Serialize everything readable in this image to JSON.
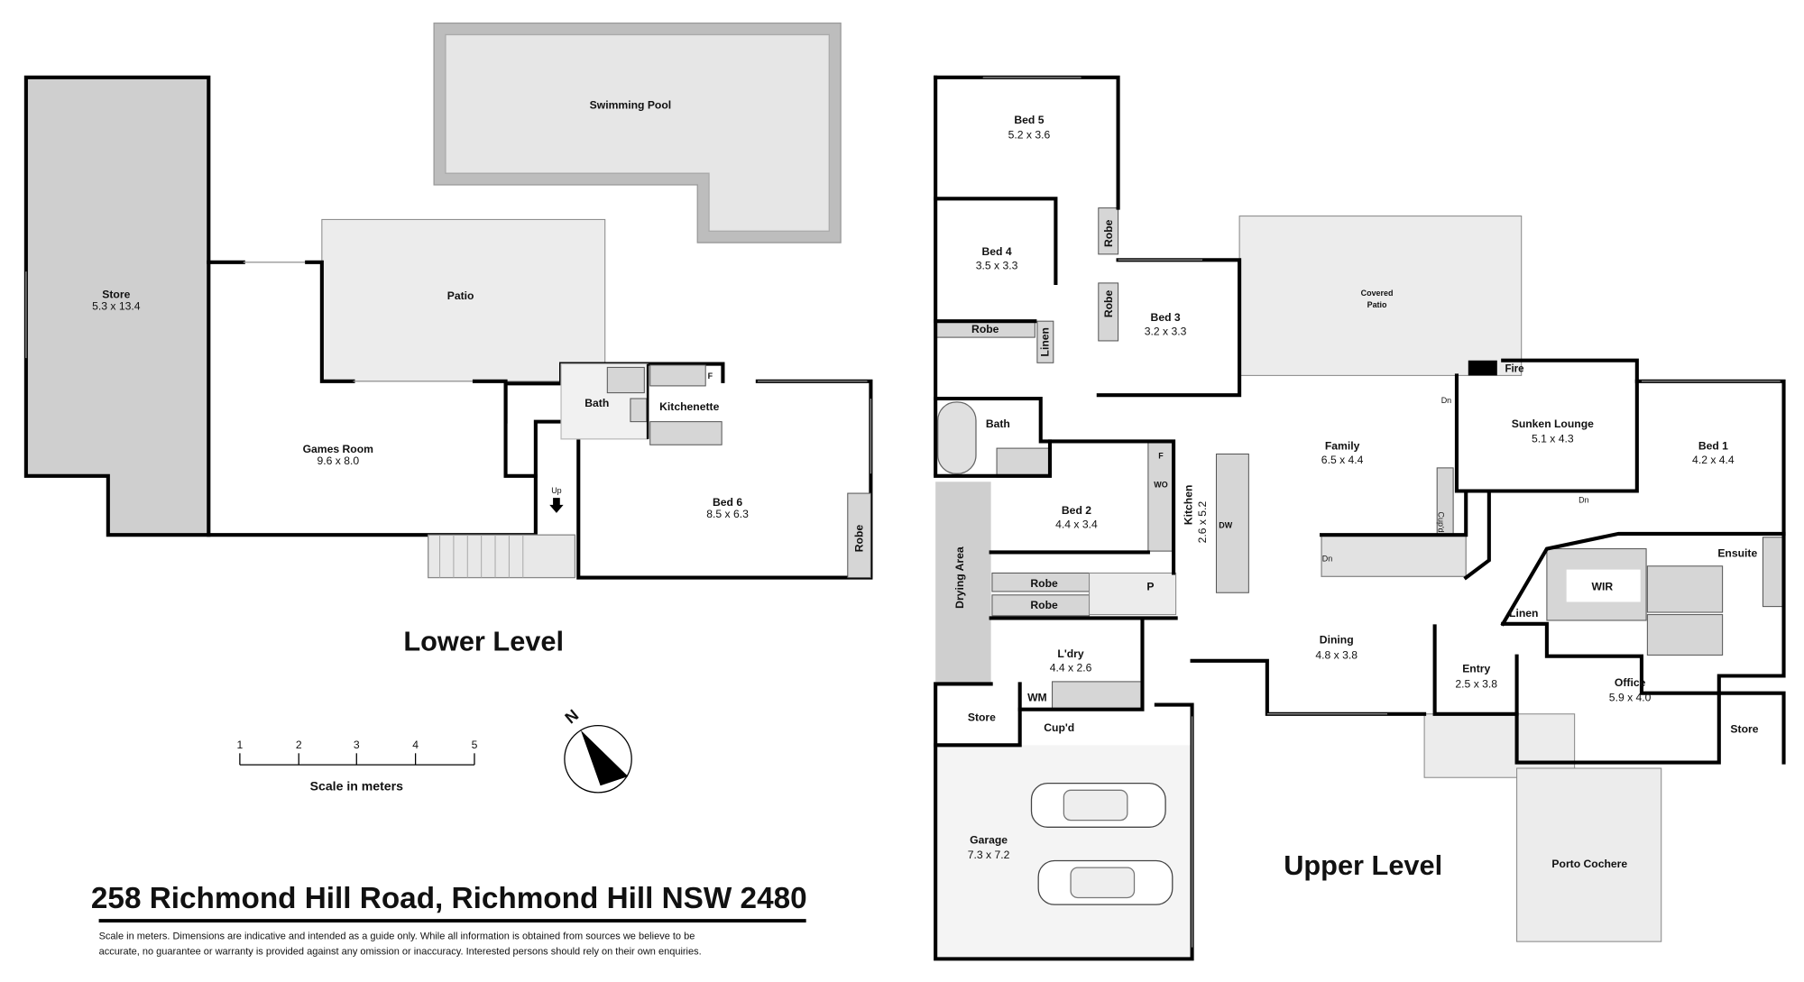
{
  "lower_level": {
    "title": "Lower Level",
    "rooms": {
      "store": {
        "name": "Store",
        "dims": "5.3 x 13.4"
      },
      "pool": {
        "name": "Swimming Pool"
      },
      "patio": {
        "name": "Patio"
      },
      "games": {
        "name": "Games Room",
        "dims": "9.6 x 8.0"
      },
      "bath": {
        "name": "Bath"
      },
      "kitchenette": {
        "name": "Kitchenette"
      },
      "fridge": {
        "name": "F"
      },
      "bed6": {
        "name": "Bed 6",
        "dims": "8.5 x 6.3"
      },
      "robe": {
        "name": "Robe"
      },
      "up": {
        "name": "Up"
      }
    }
  },
  "upper_level": {
    "title": "Upper Level",
    "rooms": {
      "bed5": {
        "name": "Bed 5",
        "dims": "5.2 x 3.6"
      },
      "bed4": {
        "name": "Bed 4",
        "dims": "3.5 x 3.3"
      },
      "robe_a": {
        "name": "Robe"
      },
      "robe_b": {
        "name": "Robe"
      },
      "bed3": {
        "name": "Bed 3",
        "dims": "3.2 x 3.3"
      },
      "covered_patio": {
        "name": "Covered",
        "name2": "Patio"
      },
      "robe_c": {
        "name": "Robe"
      },
      "linen_a": {
        "name": "Linen"
      },
      "bath": {
        "name": "Bath"
      },
      "fire": {
        "name": "Fire"
      },
      "family": {
        "name": "Family",
        "dims": "6.5 x 4.4"
      },
      "sunken": {
        "name": "Sunken Lounge",
        "dims": "5.1 x 4.3"
      },
      "bed1": {
        "name": "Bed 1",
        "dims": "4.2 x 4.4"
      },
      "bed2": {
        "name": "Bed 2",
        "dims": "4.4 x 3.4"
      },
      "f": {
        "name": "F"
      },
      "wo": {
        "name": "WO"
      },
      "kitchen": {
        "name": "Kitchen",
        "dims": "2.6 x 5.2"
      },
      "dw": {
        "name": "DW"
      },
      "dn1": {
        "name": "Dn"
      },
      "dn2": {
        "name": "Dn"
      },
      "dn3": {
        "name": "Dn"
      },
      "cupd_a": {
        "name": "Cup'd"
      },
      "ensuite": {
        "name": "Ensuite"
      },
      "wir": {
        "name": "WIR"
      },
      "linen_b": {
        "name": "Linen"
      },
      "robe_d": {
        "name": "Robe"
      },
      "robe_e": {
        "name": "Robe"
      },
      "pantry": {
        "name": "P"
      },
      "drying": {
        "name": "Drying Area"
      },
      "ldry": {
        "name": "L'dry",
        "dims": "4.4 x 2.6"
      },
      "wm": {
        "name": "WM"
      },
      "dining": {
        "name": "Dining",
        "dims": "4.8 x 3.8"
      },
      "entry": {
        "name": "Entry",
        "dims": "2.5 x 3.8"
      },
      "office": {
        "name": "Office",
        "dims": "5.9 x 4.0"
      },
      "store_a": {
        "name": "Store"
      },
      "cupd_b": {
        "name": "Cup'd"
      },
      "store_b": {
        "name": "Store"
      },
      "garage": {
        "name": "Garage",
        "dims": "7.3 x 7.2"
      },
      "porto": {
        "name": "Porto Cochere"
      }
    }
  },
  "scale": {
    "ticks": [
      "1",
      "2",
      "3",
      "4",
      "5"
    ],
    "label": "Scale in meters"
  },
  "compass": {
    "label": "N"
  },
  "address": "258 Richmond Hill Road, Richmond Hill NSW 2480",
  "disclaimer": {
    "line1": "Scale in meters. Dimensions are indicative and intended as a guide only. While all information is obtained from sources we believe to be",
    "line2": "accurate, no guarantee or warranty is provided against any omission or inaccuracy. Interested persons should rely on their own enquiries."
  }
}
